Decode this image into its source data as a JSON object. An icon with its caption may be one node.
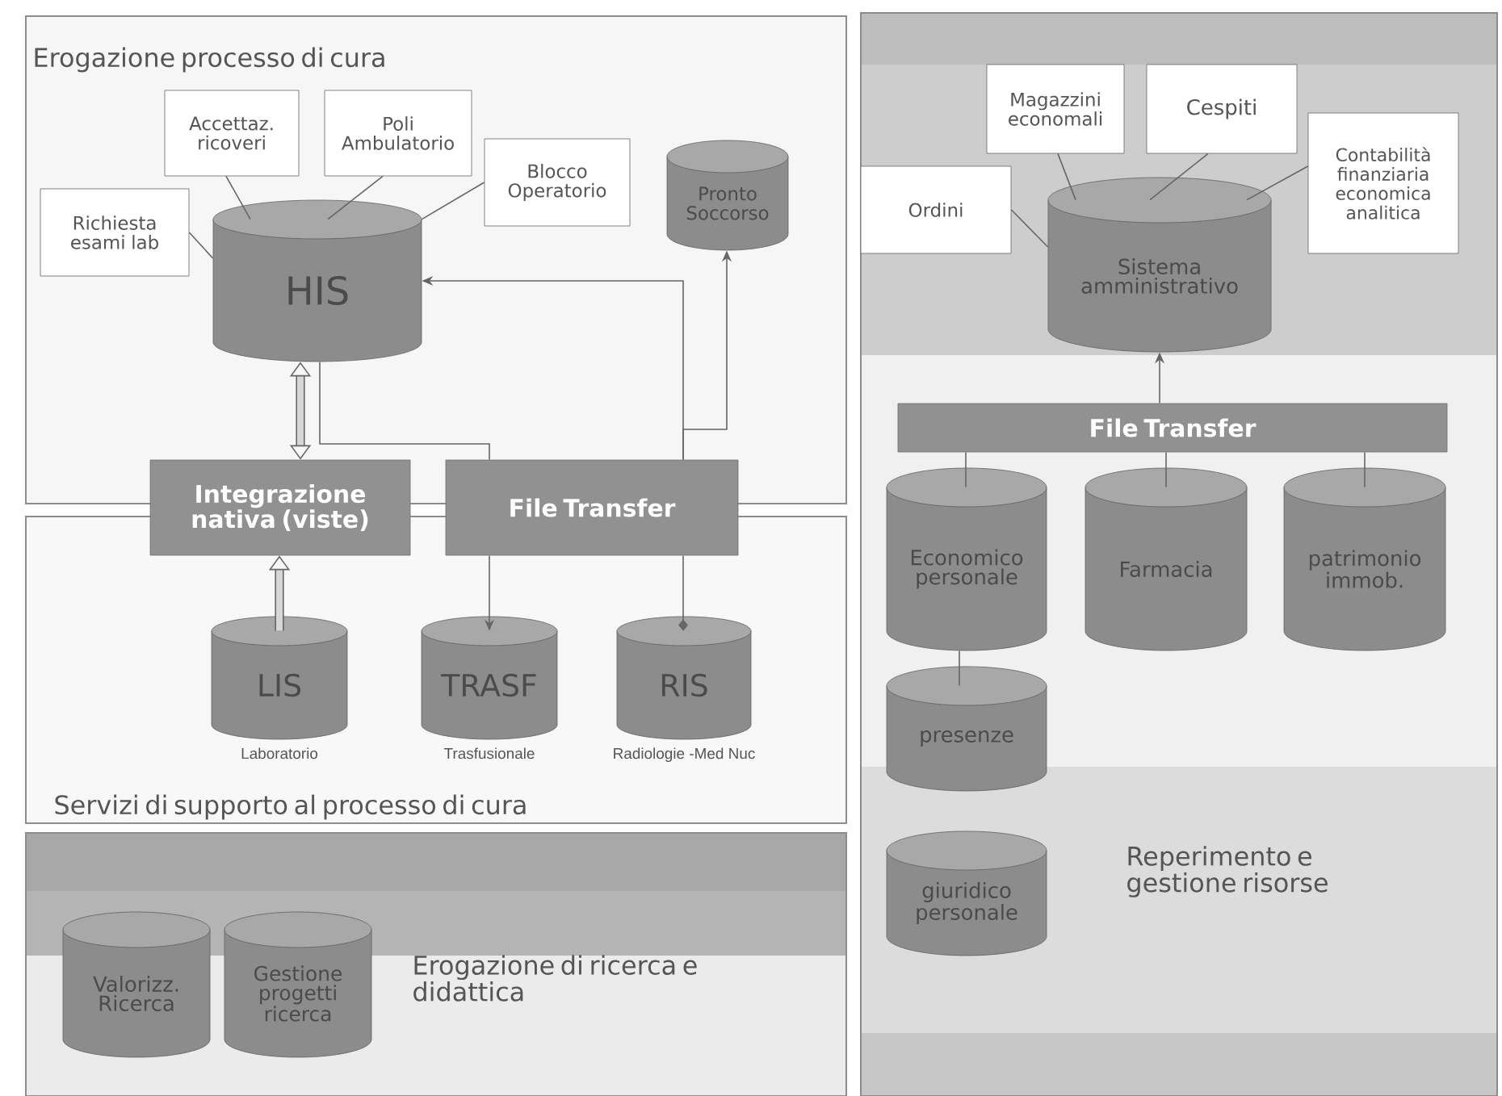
{
  "diagram": {
    "nodes": [
      {
        "text": [
          "Erogazione processo di cura"
        ]
      },
      {
        "text": [
          "Servizi di supporto al processo di cura"
        ]
      },
      {
        "text": [
          "Erogazione di ricerca e didattica"
        ]
      },
      {
        "text": [
          "Reperimento e gestione risorse"
        ]
      },
      {
        "text": [
          "Richiesta esami lab"
        ],
        "in": 0
      },
      {
        "text": [
          "Accettaz. ricoveri"
        ],
        "in": 0
      },
      {
        "text": [
          "Poli Ambulatorio"
        ],
        "in": 0
      },
      {
        "text": [
          "Blocco Operatorio"
        ],
        "in": 0
      },
      {
        "text": [
          "HIS"
        ],
        "in": 0
      },
      {
        "text": [
          "Pronto Soccorso"
        ],
        "in": 0
      },
      {
        "text": [
          "Integrazione nativa (viste)"
        ]
      },
      {
        "text": [
          "File Transfer"
        ]
      },
      {
        "text": [
          "LIS"
        ],
        "in": 1,
        "beside": [
          "Laboratorio"
        ]
      },
      {
        "text": [
          "TRASF"
        ],
        "in": 1,
        "beside": [
          "Trasfusionale"
        ]
      },
      {
        "text": [
          "RIS"
        ],
        "in": 1,
        "beside": [
          "Radiologie -Med Nuc"
        ]
      },
      {
        "text": [
          "Valorizz. Ricerca"
        ],
        "in": 2
      },
      {
        "text": [
          "Gestione progetti ricerca"
        ],
        "in": 2
      },
      {
        "text": [
          "Ordini"
        ],
        "in": 3
      },
      {
        "text": [
          "Magazzini economali"
        ],
        "in": 3
      },
      {
        "text": [
          "Cespiti"
        ],
        "in": 3
      },
      {
        "text": [
          "Contabilità finanziaria economica analitica"
        ],
        "in": 3
      },
      {
        "text": [
          "Sistema amministrativo"
        ],
        "in": 3
      },
      {
        "text": [
          "File Transfer"
        ],
        "in": 3
      },
      {
        "text": [
          "Economico personale"
        ],
        "in": 3
      },
      {
        "text": [
          "Farmacia"
        ],
        "in": 3
      },
      {
        "text": [
          "patrimonio immob."
        ],
        "in": 3
      },
      {
        "text": [
          "presenze"
        ],
        "in": 3
      },
      {
        "text": [
          "giuridico personale"
        ],
        "in": 3
      }
    ],
    "edges": [
      {
        "from": 4,
        "to": 8,
        "arrow": "none"
      },
      {
        "from": 5,
        "to": 8,
        "arrow": "none"
      },
      {
        "from": 6,
        "to": 8,
        "arrow": "none"
      },
      {
        "from": 7,
        "to": 8,
        "arrow": "none"
      },
      {
        "from": 8,
        "to": 10,
        "arrow": "both",
        "style": "thick"
      },
      {
        "from": 12,
        "to": 10,
        "arrow": "to",
        "style": "thick"
      },
      {
        "from": 8,
        "to": 11,
        "arrow": "none"
      },
      {
        "from": 11,
        "to": 8,
        "arrow": "to"
      },
      {
        "from": 11,
        "to": 9,
        "arrow": "to"
      },
      {
        "from": 11,
        "to": 13,
        "arrow": "to"
      },
      {
        "from": 11,
        "to": 14,
        "arrow": "other"
      },
      {
        "from": 17,
        "to": 21,
        "arrow": "none"
      },
      {
        "from": 18,
        "to": 21,
        "arrow": "none"
      },
      {
        "from": 19,
        "to": 21,
        "arrow": "none"
      },
      {
        "from": 20,
        "to": 21,
        "arrow": "none"
      },
      {
        "from": 22,
        "to": 21,
        "arrow": "to"
      },
      {
        "from": 22,
        "to": 23,
        "arrow": "none"
      },
      {
        "from": 22,
        "to": 24,
        "arrow": "none"
      },
      {
        "from": 22,
        "to": 25,
        "arrow": "none"
      },
      {
        "from": 23,
        "to": 26,
        "arrow": "none"
      }
    ]
  }
}
